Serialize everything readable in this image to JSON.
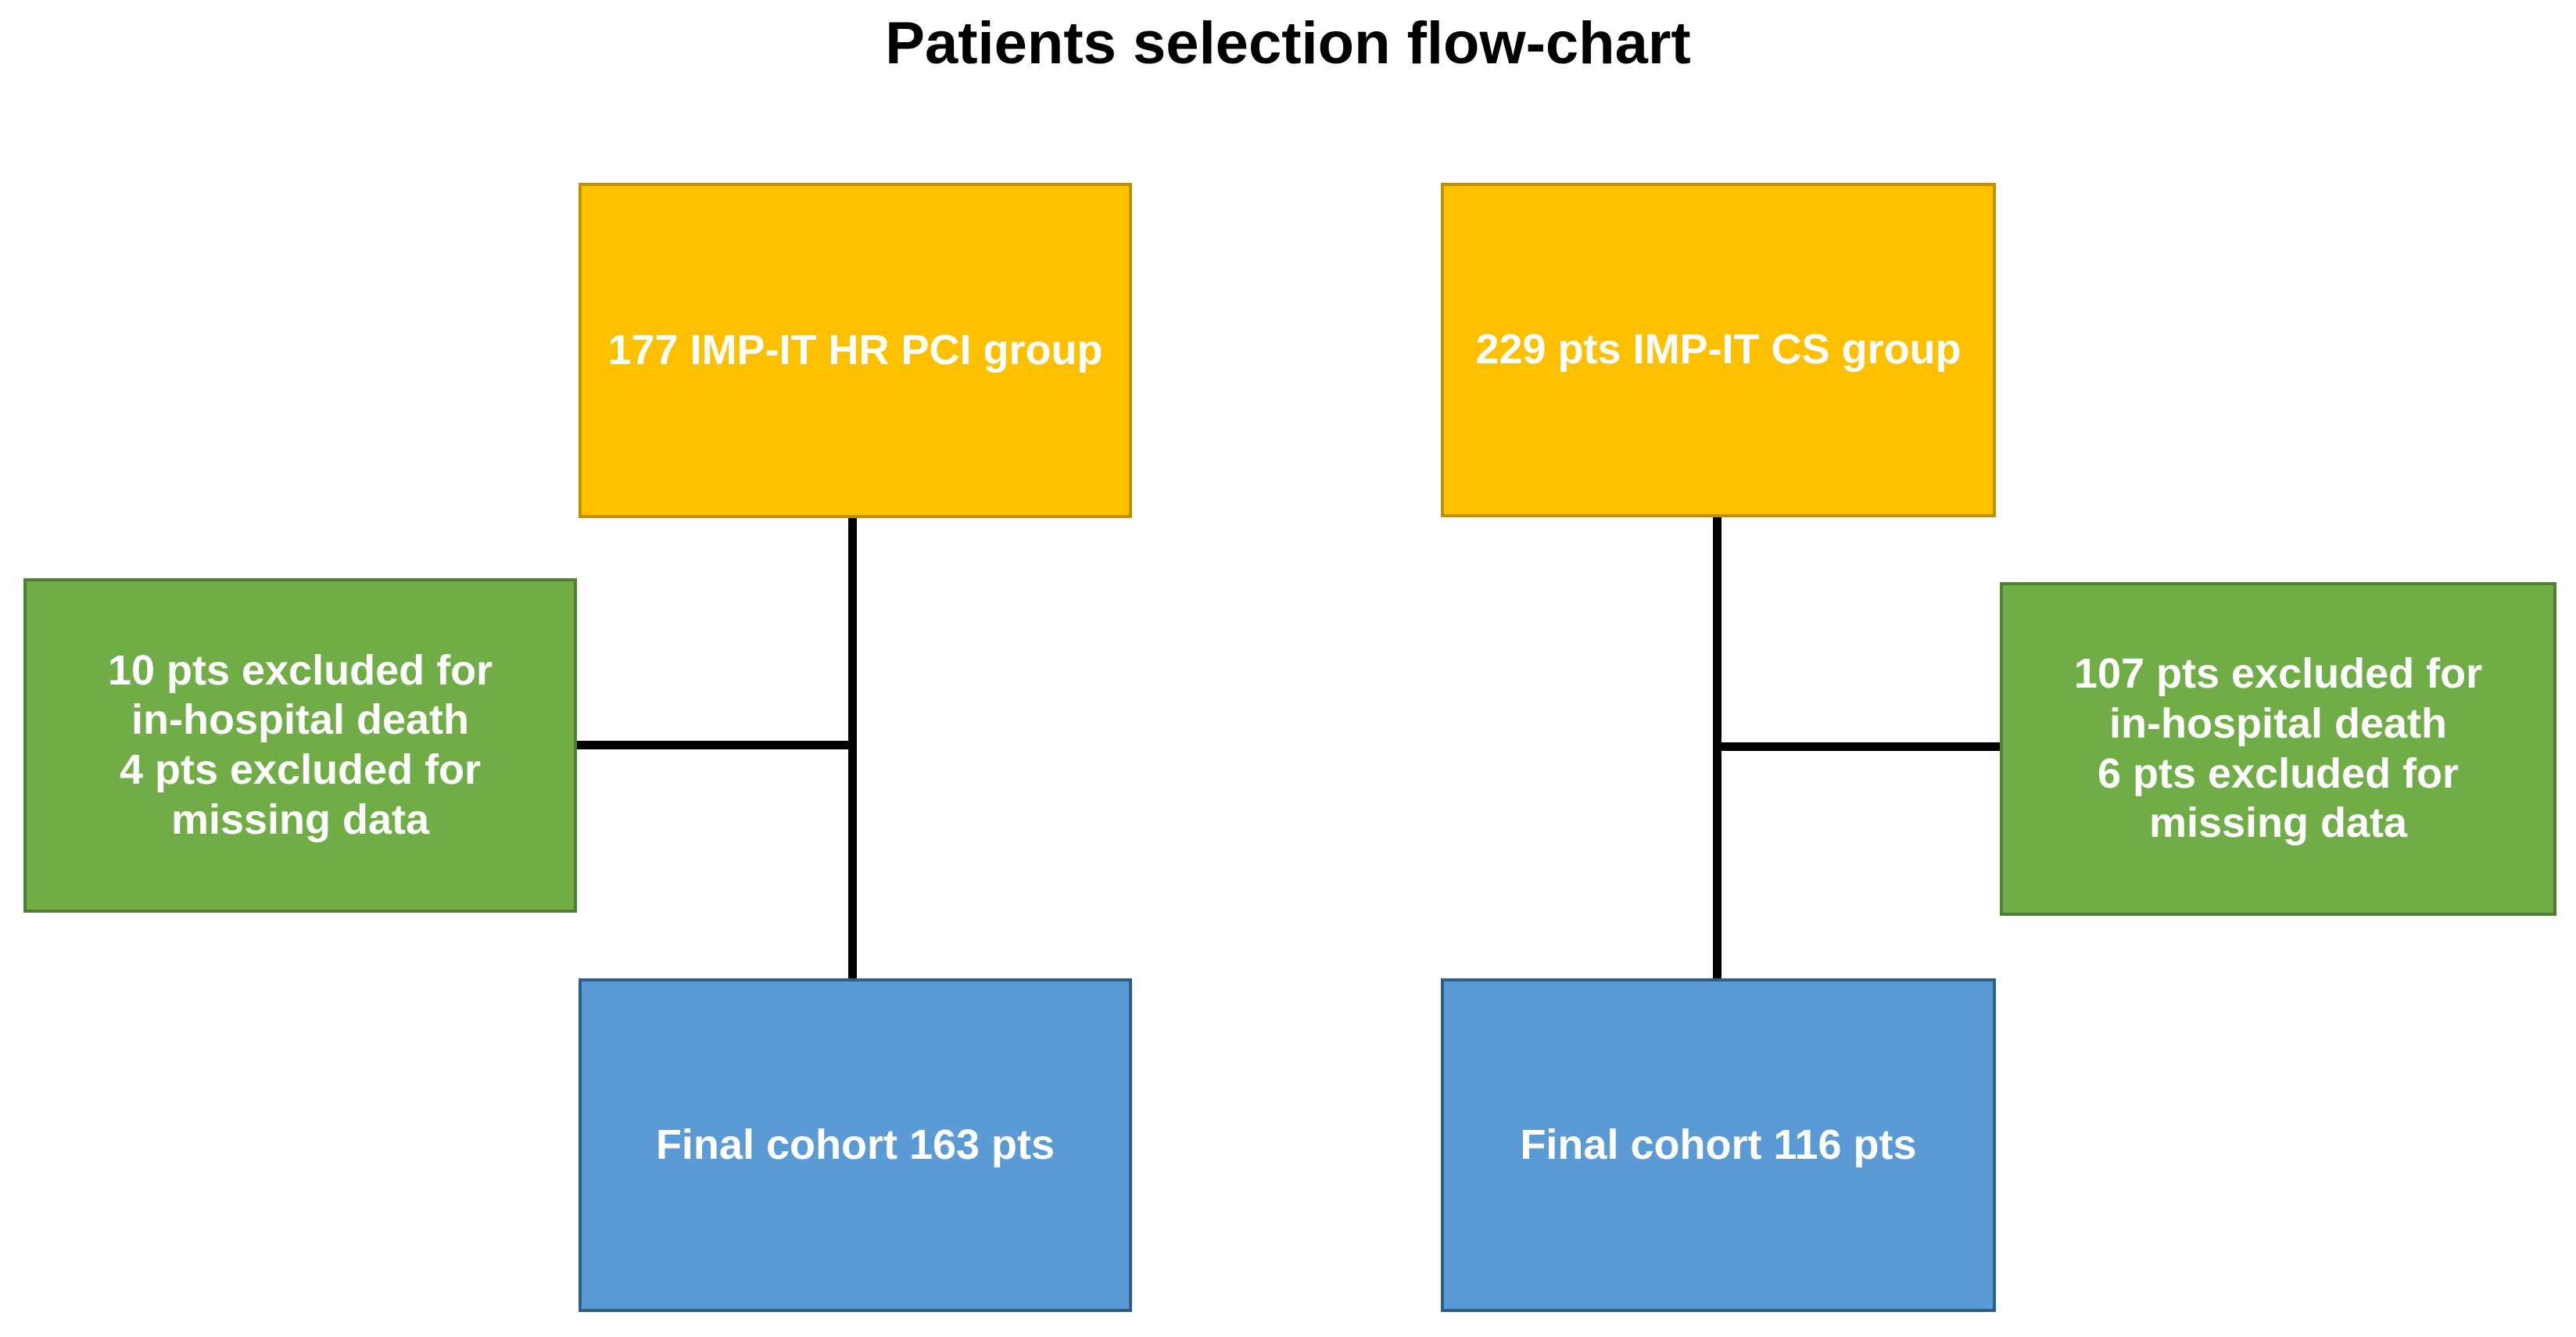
{
  "title": "Patients selection flow-chart",
  "chart_data": {
    "type": "diagram",
    "title": "Patients selection flow-chart",
    "nodes": [
      {
        "id": "hrpci-source",
        "label": "177 IMP-IT HR PCI group",
        "count": 177,
        "group": "IMP-IT HR PCI",
        "role": "source",
        "color": "#FFC000"
      },
      {
        "id": "cs-source",
        "label": "229 pts IMP-IT CS group",
        "count": 229,
        "group": "IMP-IT CS",
        "role": "source",
        "color": "#FFC000"
      },
      {
        "id": "hrpci-excluded",
        "label": "10 pts excluded for\nin-hospital death\n4 pts excluded for\nmissing data",
        "excluded_in_hospital_death": 10,
        "excluded_missing_data": 4,
        "group": "IMP-IT HR PCI",
        "role": "exclusion",
        "color": "#70AD47"
      },
      {
        "id": "cs-excluded",
        "label": "107 pts excluded for\nin-hospital death\n6 pts excluded for\nmissing data",
        "excluded_in_hospital_death": 107,
        "excluded_missing_data": 6,
        "group": "IMP-IT CS",
        "role": "exclusion",
        "color": "#70AD47"
      },
      {
        "id": "hrpci-final",
        "label": "Final cohort 163 pts",
        "count": 163,
        "group": "IMP-IT HR PCI",
        "role": "final",
        "color": "#5B9BD5"
      },
      {
        "id": "cs-final",
        "label": "Final cohort 116 pts",
        "count": 116,
        "group": "IMP-IT CS",
        "role": "final",
        "color": "#5B9BD5"
      }
    ],
    "edges": [
      {
        "from": "hrpci-source",
        "to": "hrpci-final",
        "branch_to": "hrpci-excluded"
      },
      {
        "from": "cs-source",
        "to": "cs-final",
        "branch_to": "cs-excluded"
      }
    ],
    "colors": {
      "source_fill": "#FFC000",
      "source_border": "#BF9000",
      "exclusion_fill": "#70AD47",
      "exclusion_border": "#507E32",
      "final_fill": "#5B9BD5",
      "final_border": "#2E5F8A",
      "connector": "#000000",
      "background": "#FFFFFF",
      "text": "#FFFFFF",
      "title_text": "#000000"
    }
  }
}
